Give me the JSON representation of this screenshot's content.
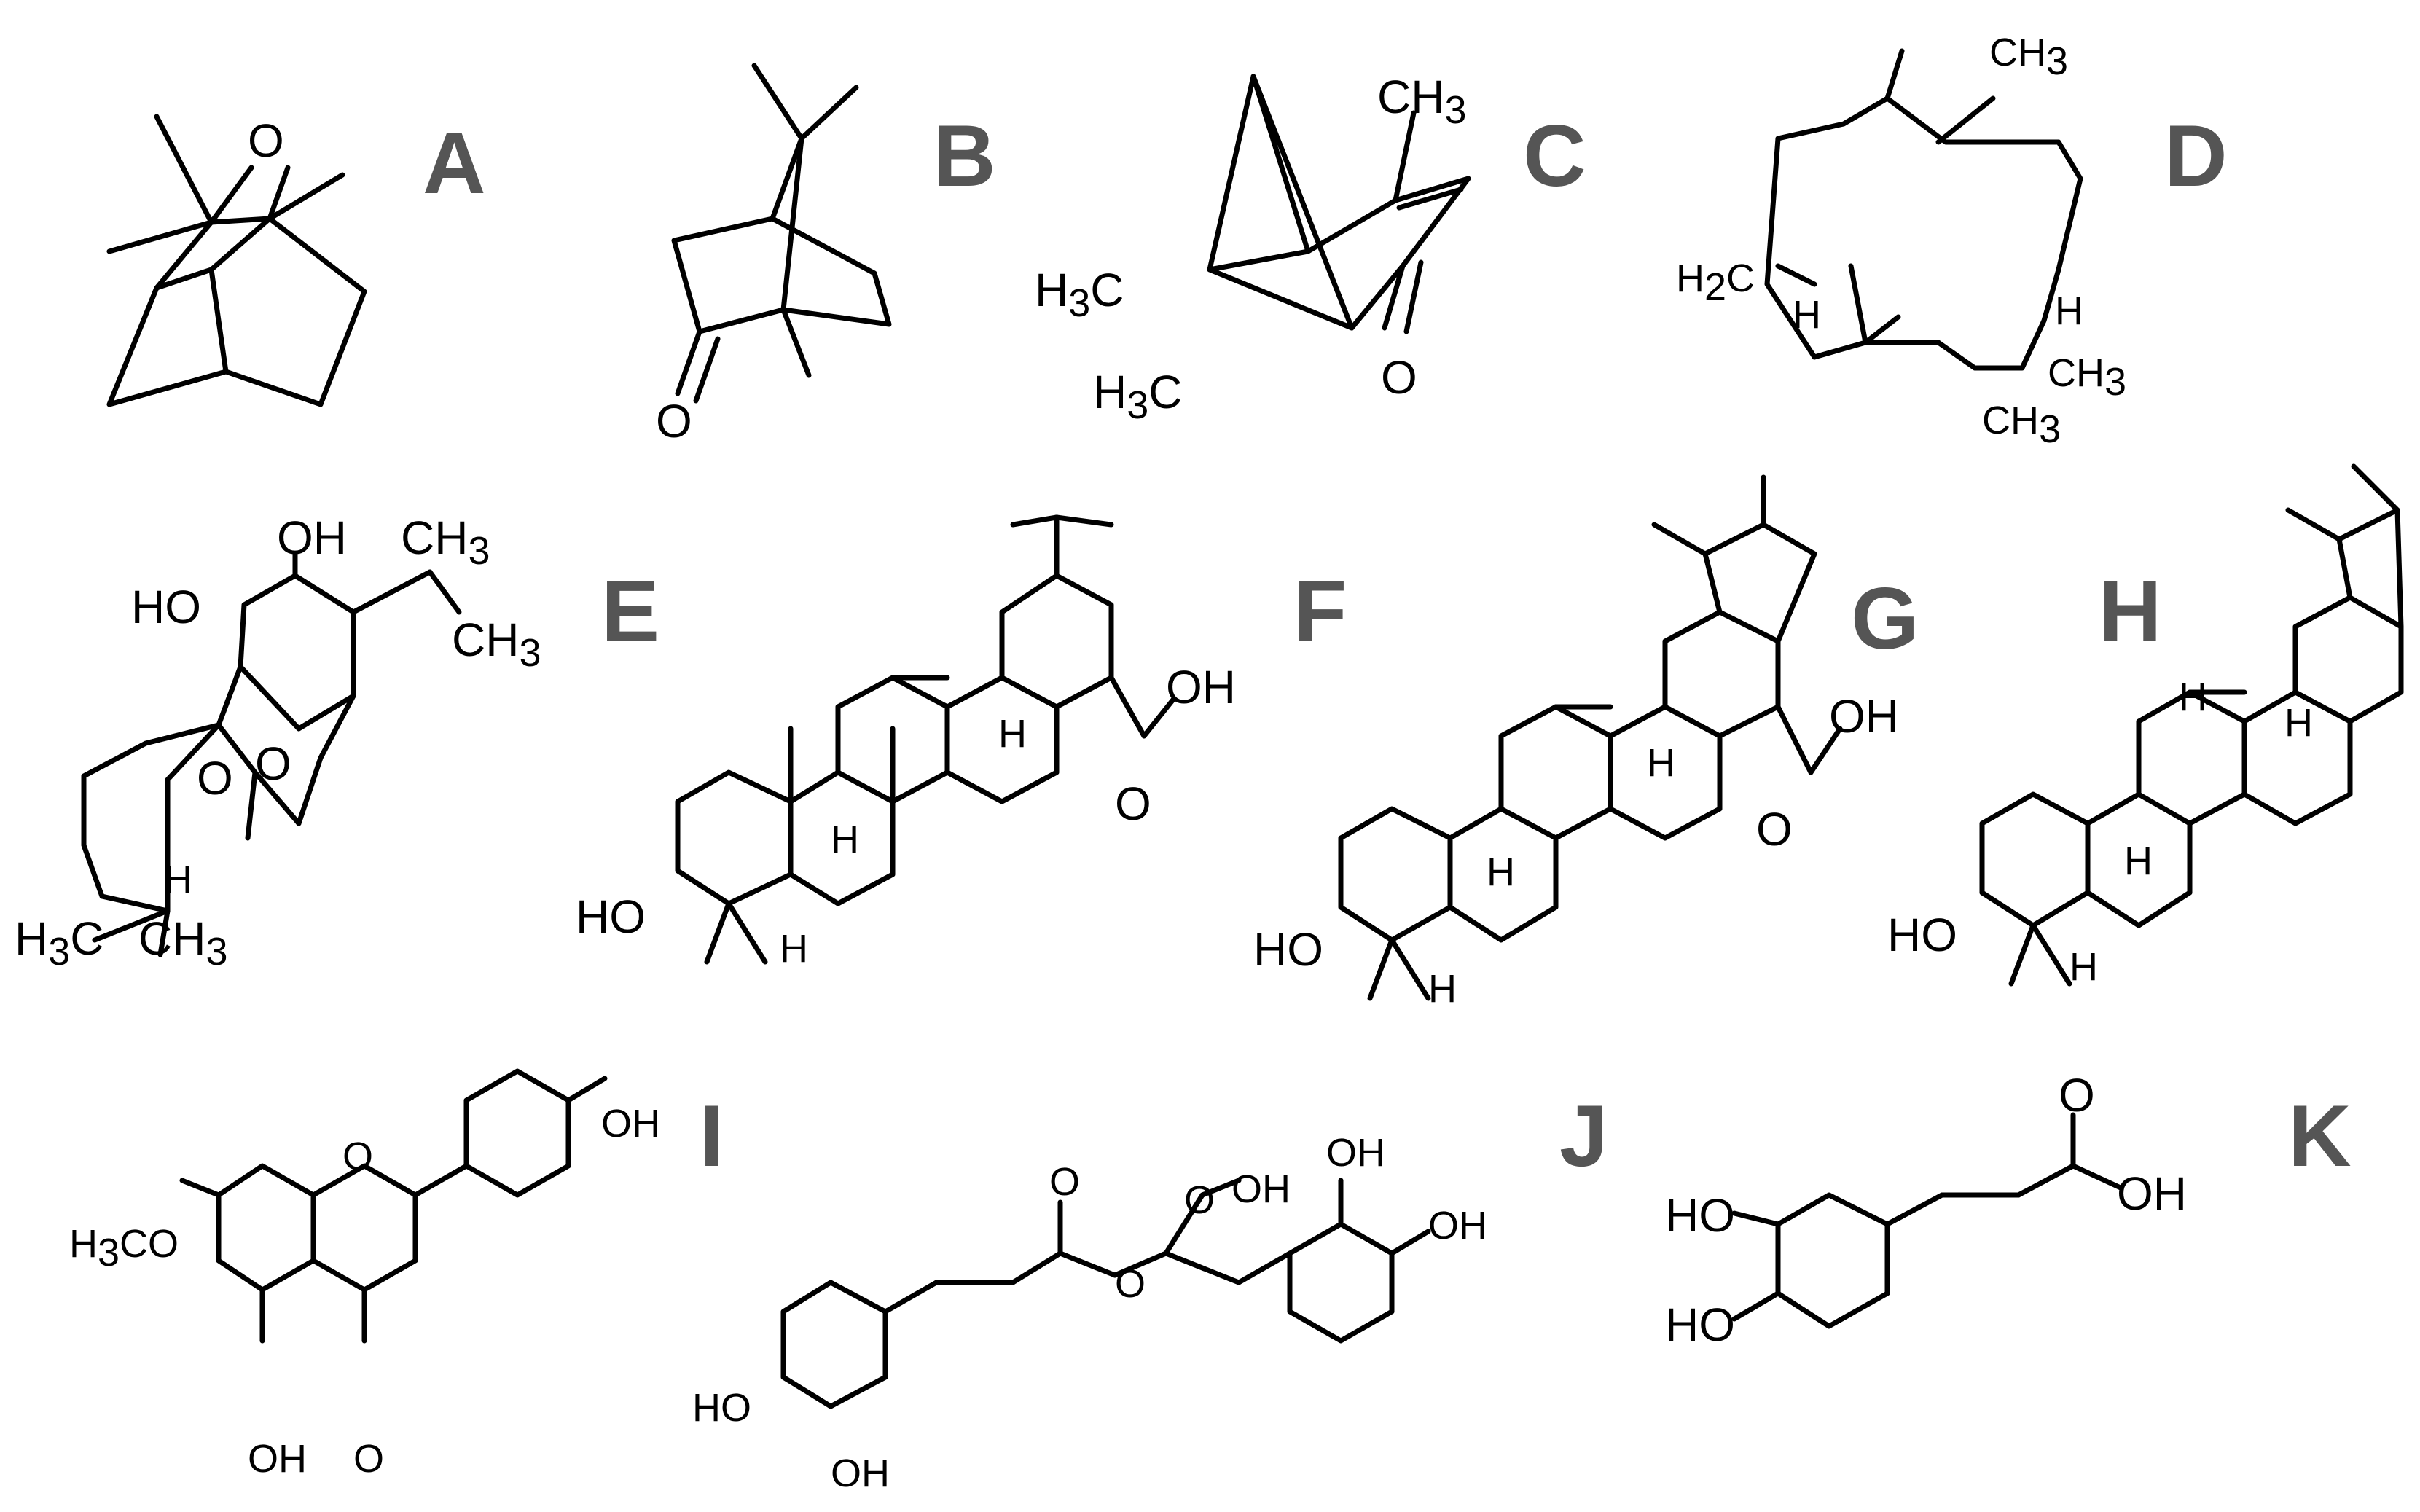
{
  "panel_labels": [
    "A",
    "B",
    "C",
    "D",
    "E",
    "F",
    "G",
    "H",
    "I",
    "J",
    "K"
  ],
  "atoms": {
    "O": "O",
    "OH": "OH",
    "HO": "HO",
    "CH3": "CH",
    "H3C": "H",
    "H2C": "H",
    "H": "H",
    "H3CO": "H",
    "COOH_O": "O",
    "sub3": "3",
    "sub2": "2",
    "C": "C",
    "CO": "CO"
  },
  "colors": {
    "ink": "#000000",
    "label": "#555555",
    "background": "#ffffff"
  }
}
